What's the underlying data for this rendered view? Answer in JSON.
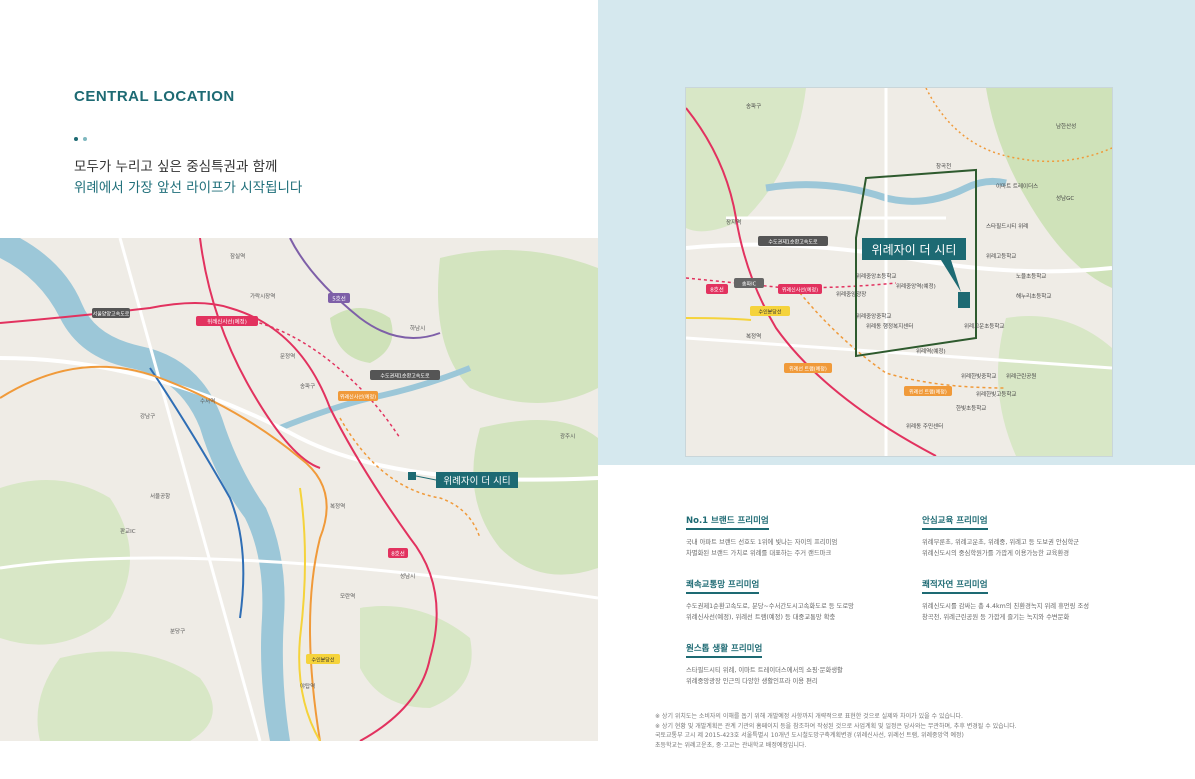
{
  "header": {
    "title": "CENTRAL LOCATION",
    "headline_line1": "모두가 누리고 싶은 중심특권과 함께",
    "headline_line2_prefix": "위례에서 ",
    "headline_line2_highlight1": "가장 앞선 라이프",
    "headline_line2_suffix": "가 시작됩니다",
    "dot_colors": [
      "#1d6a73",
      "#7fb8bf"
    ]
  },
  "colors": {
    "accent": "#1d6a73",
    "right_background": "#d5e8ee",
    "map_land": "#efece6",
    "map_green": "#cfe2b9",
    "map_water": "#9cc7d8",
    "line_red": "#e2325f",
    "line_orange": "#f09a3a",
    "line_purple": "#7e5fa8",
    "line_blue": "#2f6eb5",
    "line_yellow": "#f5d33b"
  },
  "wide_map": {
    "callout": "위례자이 더 시티",
    "labels": {
      "songpa_gu": "송파구",
      "gangnam_gu": "강남구",
      "seongnam": "성남시",
      "hanam": "하남시",
      "gwangju": "광주시",
      "seoul_airport": "서울공항",
      "bundang": "분당구",
      "jamsil": "잠실역",
      "suseo": "수서역",
      "moran": "모란역",
      "yatap": "야탑역",
      "pangyo": "판교IC",
      "bokjeong": "복정역",
      "munjeong": "문정역",
      "garak": "가락시장역"
    },
    "badges": {
      "wirye_sinsa": "위례신사선(예정)",
      "wirye_sinsa_2": "위례신사선(예정)",
      "line8": "8호선",
      "suin_bundang": "수인분당선",
      "sudogwon_ring": "수도권제1순환고속도로",
      "seoul_yangyang": "서울양양고속도로",
      "line5": "5호선"
    }
  },
  "detail_map": {
    "callout": "위례자이 더 시티",
    "labels": {
      "songpa_station": "송파IC",
      "jangji": "장지역",
      "bokjeong": "복정역",
      "hanbit_school": "한빛초등학교",
      "wirye_middle": "위례중앙중학교",
      "wirye_high": "위례고등학교",
      "wirye_center": "위례중앙역(예정)",
      "wirye_square": "위례중앙광장",
      "starfield": "스타필드시티 위례",
      "emart": "이마트 트레이더스",
      "changgok": "창곡천",
      "wirye_park": "위례근린공원",
      "namhansan": "남한산성",
      "seongnam_gc": "성남GC",
      "hanbit_middle": "위례한빛중학교",
      "hanbit_high": "위례한빛고등학교",
      "wirye_elem": "위례고운초등학교",
      "noeul": "노을초등학교",
      "wirye_yeok": "위례역(예정)",
      "wirye_tram": "위례선 트램(예정)",
      "wirye_tram2": "위례선 트램(예정)",
      "sudogwon": "수도권제1순환고속도로",
      "line8": "8호선",
      "wirye_sinsa": "위례신사선(예정)",
      "suin": "수인분당선",
      "songpa_gu": "송파구",
      "wirye_hospital": "위례중앙초등학교",
      "haenam": "해누리초등학교",
      "wirye_dong": "위례동 행정복지센터",
      "songpa_admin": "위례동 주민센터"
    }
  },
  "features": [
    {
      "title": "No.1 브랜드 프리미엄",
      "line1": "국내 아파트 브랜드 선호도 1위에 빛나는 자이의 프리미엄",
      "line2": "차별화된 브랜드 가치로 위례를 대표하는 주거 랜드마크"
    },
    {
      "title": "안심교육 프리미엄",
      "line1": "위례무룬초, 위례고운초, 위례중, 위례고 등 도보권 안심학군",
      "line2": "위례신도시의 중심학원가를 가깝게 이용가능한 교육환경"
    },
    {
      "title": "쾌속교통망 프리미엄",
      "line1": "수도권제1순환고속도로, 분당~수서간도시고속화도로 등 도로망",
      "line2": "위례신사선(예정), 위례선 트램(예정) 등 대중교통망 확충"
    },
    {
      "title": "쾌적자연 프리미엄",
      "line1": "위례신도시를 감싸는 총 4.4km의 친환경녹지 위례 휴먼링 조성",
      "line2": "창곡천, 위례근린공원 등 가깝게 즐기는 녹지와 수변문화"
    },
    {
      "title": "원스톱 생활 프리미엄",
      "line1": "스타필드시티 위례, 이마트 트레이더스에서의 쇼핑·문화생활",
      "line2": "위례중앙광장 인근의 다양한 생활인프라 이용 편리"
    }
  ],
  "notes": [
    "※ 상기 위치도는 소비자의 이해를 돕기 위해 개발예정 사항까지 개략적으로 표현한 것으로 실제와 차이가 있을 수 있습니다.",
    "※ 상기 현황 및 개발계획은 관계 기관의 홈페이지 등을 참조하여 작성된 것으로 사업계획 및 일정은 당사와는 무관하며, 추후 변경될 수 있습니다.",
    "   국토교통부 고시 제 2015-423호 서울특별시 10개년 도시철도망구축계획변경 (위례신사선, 위례선 트램, 위례중앙역 예정)",
    "   초등학교는 위례고운초, 중·고교는 관내학교 배정예정입니다."
  ]
}
